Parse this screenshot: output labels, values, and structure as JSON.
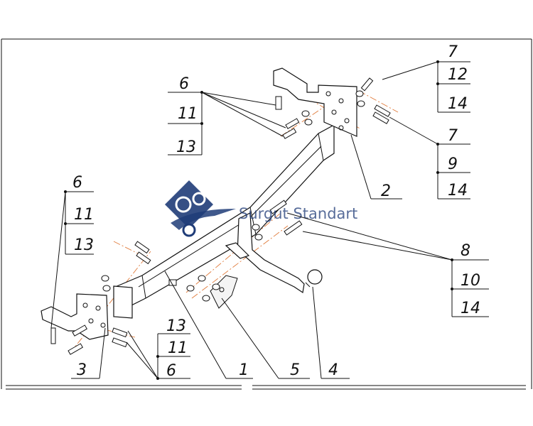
{
  "callouts": {
    "top_right_a": [
      "7",
      "12",
      "14"
    ],
    "top_right_b": [
      "7",
      "9",
      "14"
    ],
    "top_mid": [
      "6",
      "11",
      "13"
    ],
    "left_stack": [
      "6",
      "11",
      "13"
    ],
    "bottom_left": [
      "13",
      "11",
      "6"
    ],
    "right_mid": [
      "8",
      "10",
      "14"
    ],
    "parts": {
      "p1": "1",
      "p2": "2",
      "p3": "3",
      "p4": "4",
      "p5": "5"
    }
  },
  "watermark": {
    "text": "Surgut Standart",
    "color": "#1f3c78",
    "logo_icon": "gear-car-logo-icon"
  },
  "colors": {
    "axis": "#e07a3a",
    "ink": "#111111"
  }
}
